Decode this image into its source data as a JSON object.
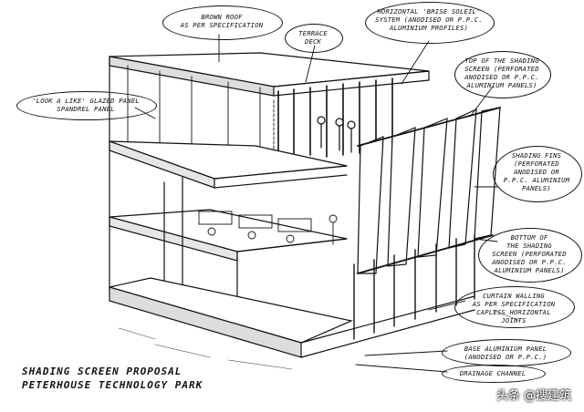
{
  "labels": {
    "brown_roof": "BROWN ROOF\nAS PER SPECIFICATION",
    "terrace_deck": "TERRACE\nDECK",
    "brise_soleil": "HORIZONTAL 'BRISE SOLEIL'\nSYSTEM (ANODISED OR P.P.C.\nALUMINIUM PROFILES)",
    "top_screen": "TOP OF THE SHADING\nSCREEN (PERFORATED\nANODISED OR P.P.C.\nALUMINIUM PANELS)",
    "look_a_like": "'LOOK A LIKE' GLAZED PANEL\nSPANDREL PANEL",
    "shading_fins": "SHADING FINS\n(PERFORATED\nANODISED OR\nP.P.C. ALUMINIUM\nPANELS)",
    "bottom_screen": "BOTTOM OF\nTHE SHADING\nSCREEN (PERFORATED\nANODISED OR P.P.C.\nALUMINIUM PANELS)",
    "curtain_walling": "CURTAIN WALLING\nAS PER SPECIFICATION\nCAPLESS HORIZONTAL\nJOINTS",
    "base_panel": "BASE ALUMINIUM PANEL\n(ANODISED OR P.P.C.)",
    "drainage": "DRAINAGE CHANNEL"
  },
  "title": {
    "line1": "SHADING SCREEN PROPOSAL",
    "line2": "PETERHOUSE TECHNOLOGY PARK"
  },
  "watermark": "头条 @搜建筑",
  "colors": {
    "ink": "#111111",
    "paper": "#ffffff"
  }
}
